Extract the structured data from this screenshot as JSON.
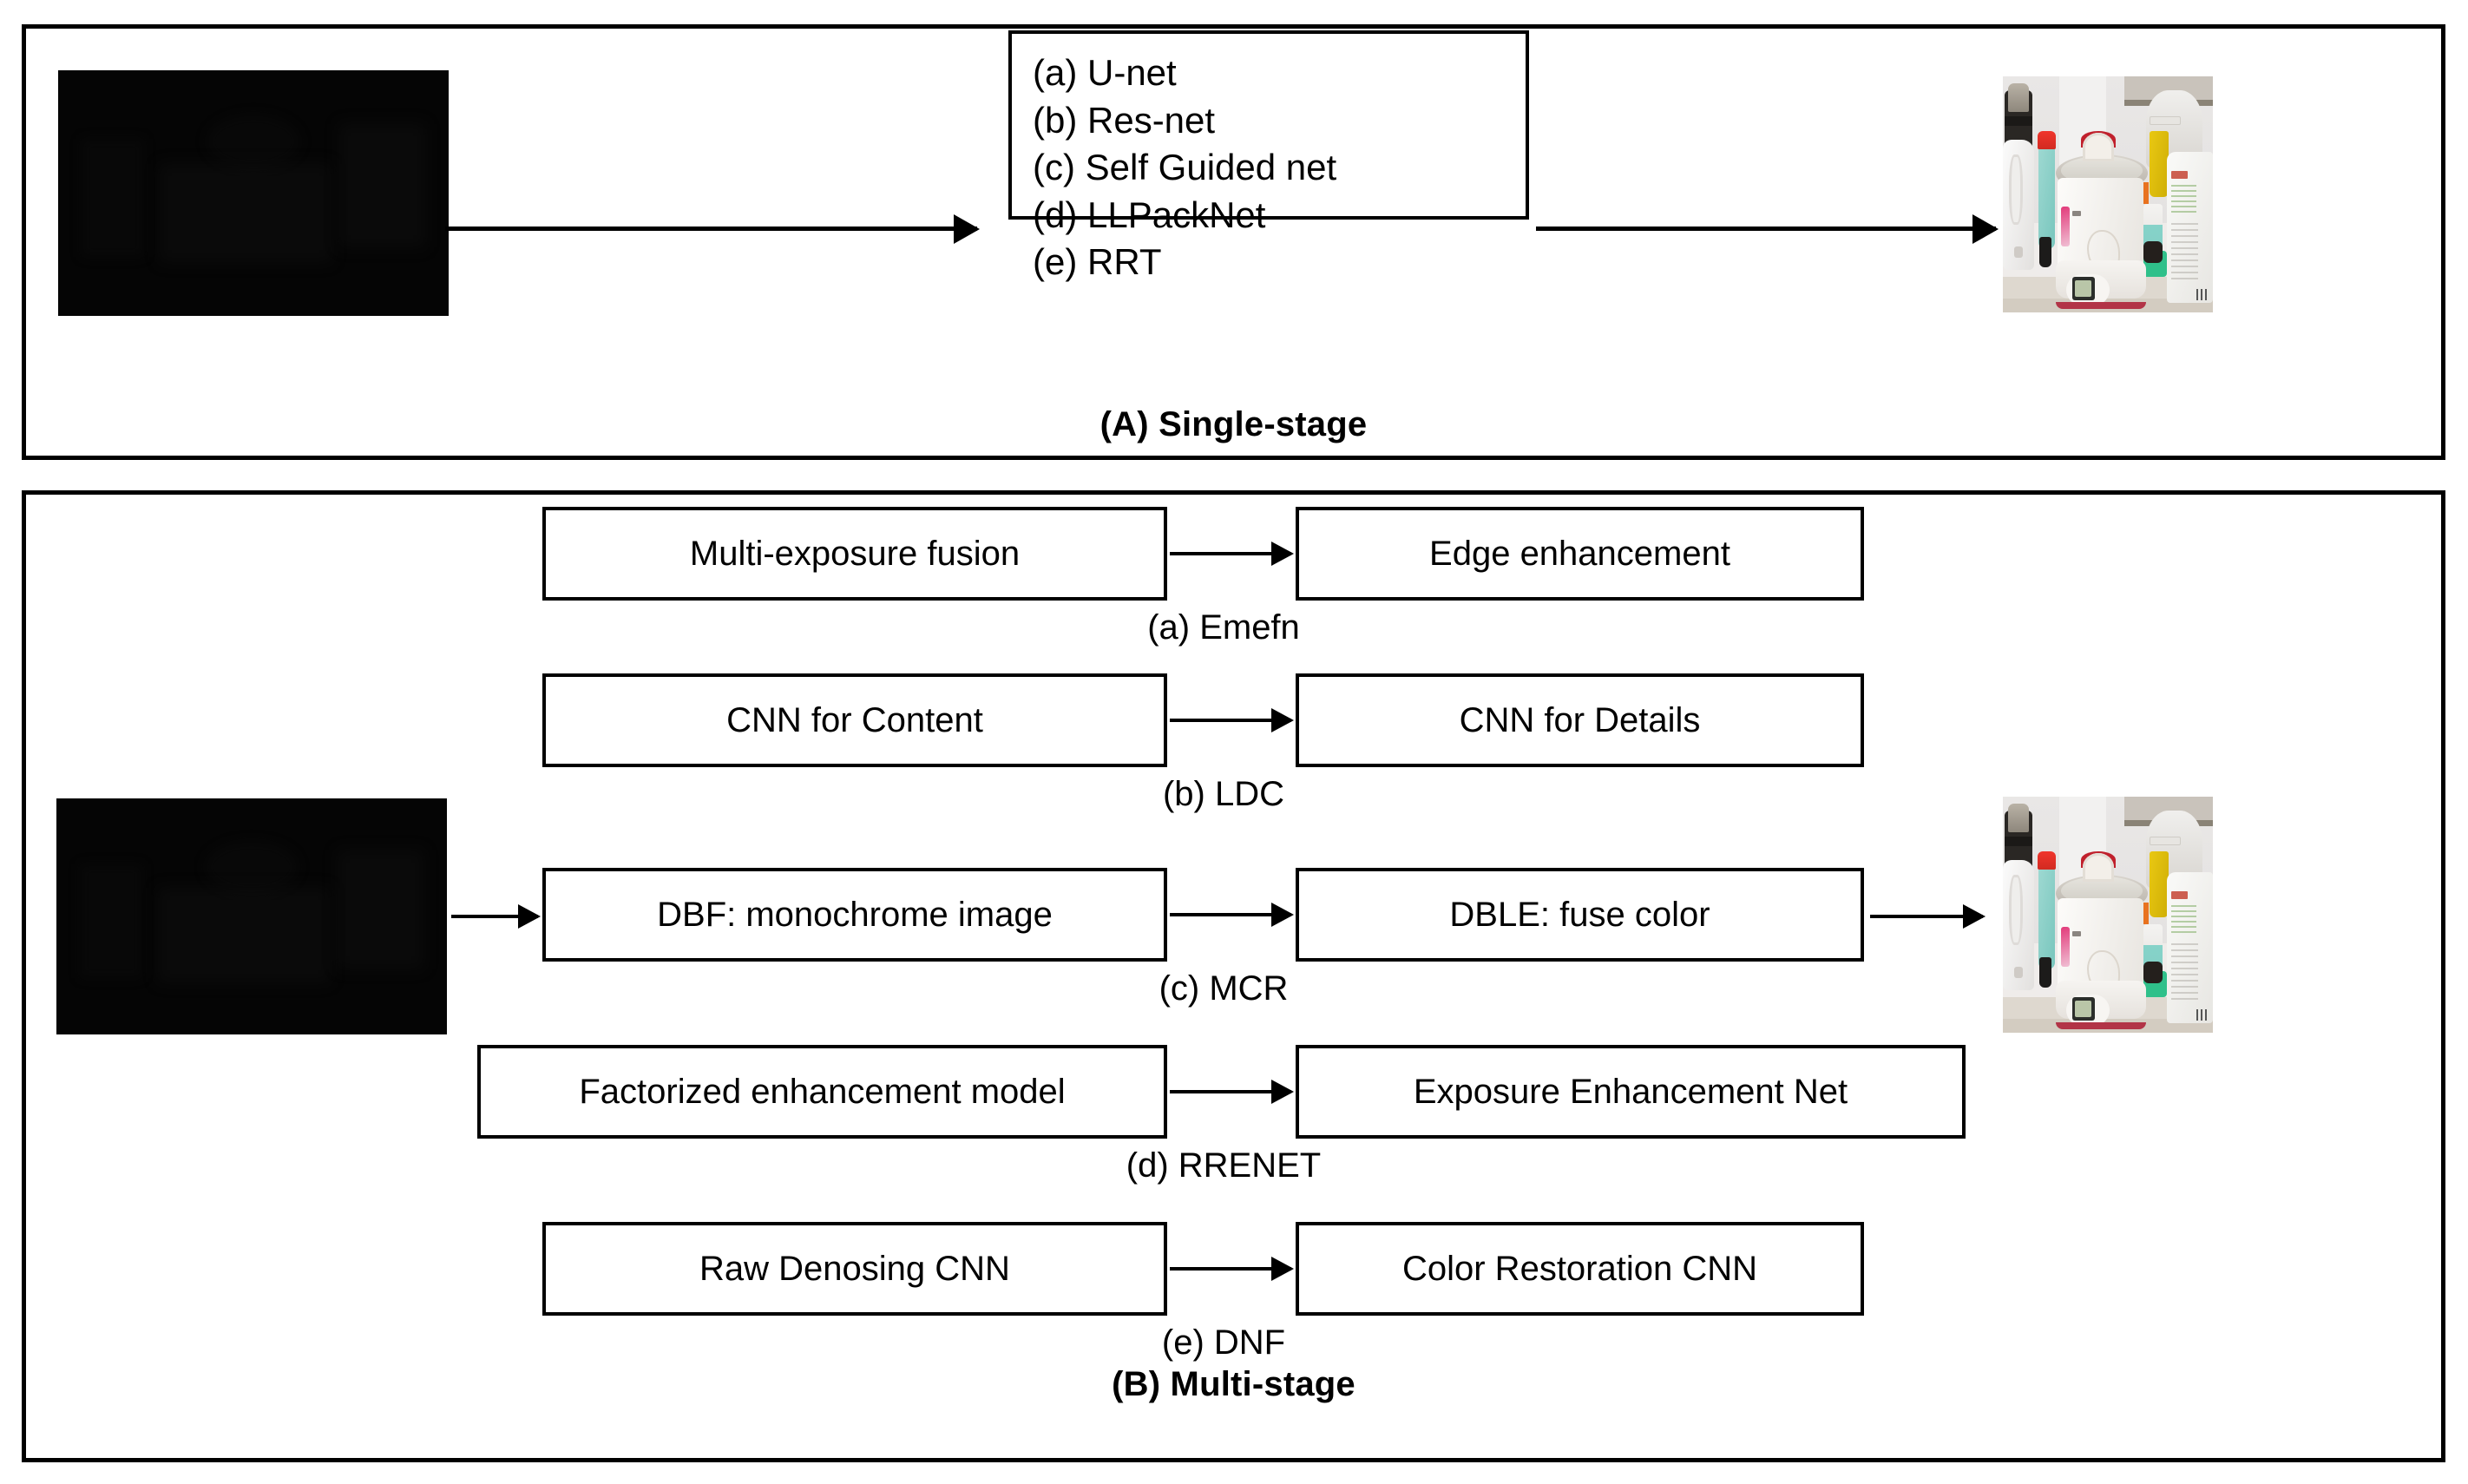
{
  "figure": {
    "panels": [
      {
        "id": "A",
        "caption": "(A) Single-stage",
        "methods": [
          "(a) U-net",
          "(b) Res-net",
          "(c) Self Guided net",
          "(d) LLPackNet",
          "(e) RRT"
        ],
        "input_image_alt": "low-light dark kitchen photo",
        "output_image_alt": "enhanced kitchen photo with slow cooker"
      },
      {
        "id": "B",
        "caption": "(B) Multi-stage",
        "rows": [
          {
            "stage1": "Multi-exposure fusion",
            "stage2": "Edge enhancement",
            "label": "(a) Emefn"
          },
          {
            "stage1": "CNN for Content",
            "stage2": "CNN for Details",
            "label": "(b) LDC"
          },
          {
            "stage1": "DBF: monochrome image",
            "stage2": "DBLE: fuse color",
            "label": "(c) MCR"
          },
          {
            "stage1": "Factorized enhancement model",
            "stage2": "Exposure Enhancement Net",
            "label": "(d) RRENET"
          },
          {
            "stage1": "Raw Denosing CNN",
            "stage2": "Color Restoration CNN",
            "label": "(e) DNF"
          }
        ],
        "input_image_alt": "low-light dark kitchen photo",
        "output_image_alt": "enhanced kitchen photo with slow cooker"
      }
    ]
  },
  "colors": {
    "border": "#000000",
    "background": "#ffffff",
    "dark_image": "#050505"
  }
}
